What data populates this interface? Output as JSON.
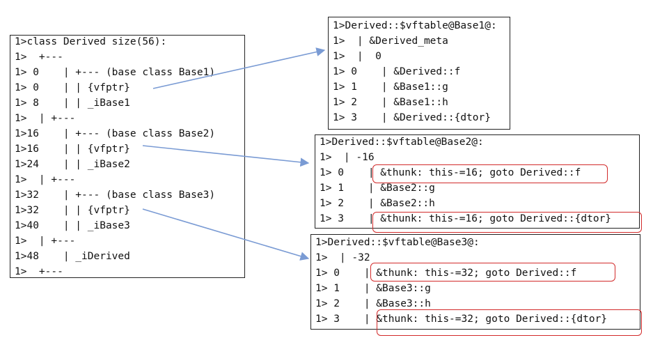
{
  "left_panel": {
    "lines": [
      "1>class Derived size(56):",
      "1>  +---",
      "1> 0    | +--- (base class Base1)",
      "1> 0    | | {vfptr}",
      "1> 8    | | _iBase1",
      "1>  | +---",
      "1>16    | +--- (base class Base2)",
      "1>16    | | {vfptr}",
      "1>24    | | _iBase2",
      "1>  | +---",
      "1>32    | +--- (base class Base3)",
      "1>32    | | {vfptr}",
      "1>40    | | _iBase3",
      "1>  | +---",
      "1>48    | _iDerived",
      "1>  +---"
    ]
  },
  "vtable_base1": {
    "lines": [
      "1>Derived::$vftable@Base1@:",
      "1>  | &Derived_meta",
      "1>  |  0",
      "1> 0    | &Derived::f",
      "1> 1    | &Base1::g",
      "1> 2    | &Base1::h",
      "1> 3    | &Derived::{dtor}"
    ]
  },
  "vtable_base2": {
    "lines": [
      "1>Derived::$vftable@Base2@:",
      "1>  | -16",
      "1> 0    | &thunk: this-=16; goto Derived::f",
      "1> 1    | &Base2::g",
      "1> 2    | &Base2::h",
      "1> 3    | &thunk: this-=16; goto Derived::{dtor}"
    ]
  },
  "vtable_base3": {
    "lines": [
      "1>Derived::$vftable@Base3@:",
      "1>  | -32",
      "1> 0    | &thunk: this-=32; goto Derived::f",
      "1> 1    | &Base3::g",
      "1> 2    | &Base3::h",
      "1> 3    | &thunk: this-=32; goto Derived::{dtor}"
    ]
  },
  "colors": {
    "arrow": "#7a9bd4",
    "highlight": "#d22a2a",
    "border": "#222222"
  }
}
